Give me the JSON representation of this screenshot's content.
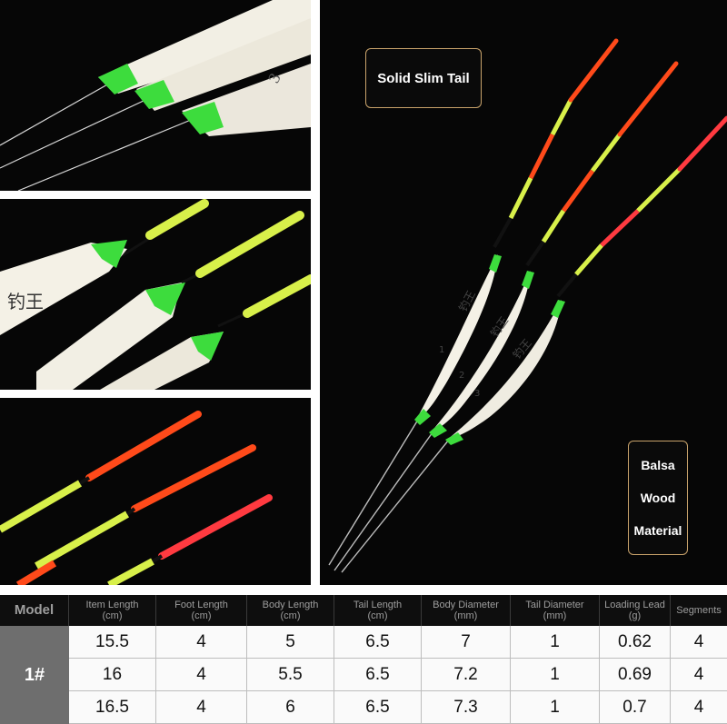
{
  "callouts": {
    "solid_slim_tail": "Solid Slim Tail",
    "material_lines": [
      "Balsa",
      "Wood",
      "Material"
    ]
  },
  "float_markings": {
    "numbers": [
      "1",
      "2",
      "3"
    ],
    "brand_chars": "钓王"
  },
  "table": {
    "model_header": "Model",
    "headers": [
      [
        "Item Length",
        "(cm)"
      ],
      [
        "Foot Length",
        "(cm)"
      ],
      [
        "Body Length",
        "(cm)"
      ],
      [
        "Tail Length",
        "(cm)"
      ],
      [
        "Body Diameter",
        "(mm)"
      ],
      [
        "Tail Diameter",
        "(mm)"
      ],
      [
        "Loading Lead",
        "(g)"
      ],
      [
        "Segments",
        ""
      ]
    ],
    "model": "1#",
    "rows": [
      [
        "15.5",
        "4",
        "5",
        "6.5",
        "7",
        "1",
        "0.62",
        "4"
      ],
      [
        "16",
        "4",
        "5.5",
        "6.5",
        "7.2",
        "1",
        "0.69",
        "4"
      ],
      [
        "16.5",
        "4",
        "6",
        "6.5",
        "7.3",
        "1",
        "0.7",
        "4"
      ]
    ]
  },
  "colors": {
    "background": "#060606",
    "float_body": "#f4f1e6",
    "green_tip": "#3ddc3d",
    "tail_red": "#ff3a1a",
    "tail_yellow": "#d8f04a",
    "callout_border": "#c9a36b"
  }
}
